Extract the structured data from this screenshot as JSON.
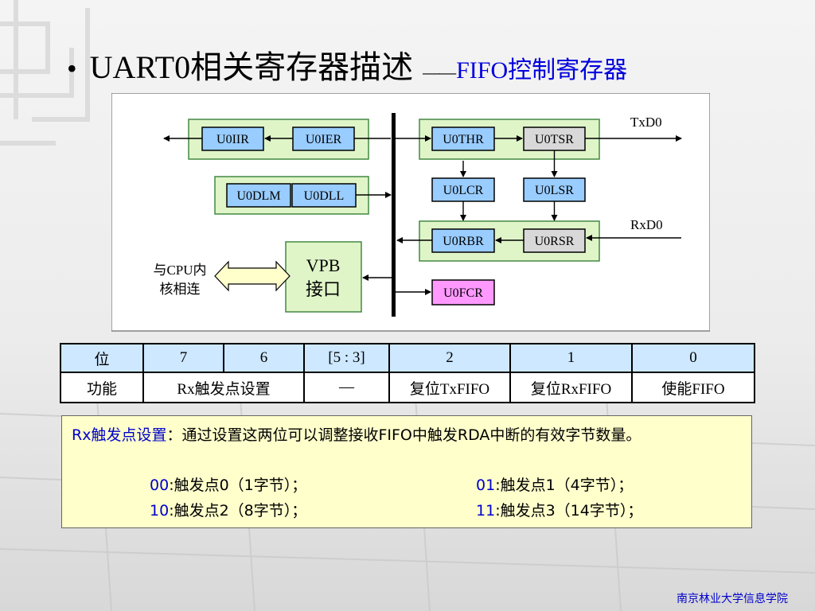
{
  "title": {
    "bullet": "•",
    "main": "UART0相关寄存器描述",
    "dash": "——",
    "sub": "FIFO控制寄存器"
  },
  "diagram": {
    "registers": {
      "u0iir": "U0IIR",
      "u0ier": "U0IER",
      "u0dlm": "U0DLM",
      "u0dll": "U0DLL",
      "u0thr": "U0THR",
      "u0tsr": "U0TSR",
      "u0lcr": "U0LCR",
      "u0lsr": "U0LSR",
      "u0rbr": "U0RBR",
      "u0rsr": "U0RSR",
      "u0fcr": "U0FCR"
    },
    "vpb_line1": "VPB",
    "vpb_line2": "接口",
    "cpu_line1": "与CPU内",
    "cpu_line2": "核相连",
    "txd": "TxD0",
    "rxd": "RxD0",
    "colors": {
      "group_fill": "#dff5c8",
      "group_border": "#448844",
      "reg_blue": "#99ccff",
      "reg_gray": "#d8d8d8",
      "reg_pink": "#ff99ff",
      "arrow_fill": "#ffffcc"
    }
  },
  "bit_table": {
    "header": [
      "位",
      "7",
      "6",
      "[5 : 3]",
      "2",
      "1",
      "0"
    ],
    "function_label": "功能",
    "function_cells": [
      "Rx触发点设置",
      "—",
      "复位TxFIFO",
      "复位RxFIFO",
      "使能FIFO"
    ]
  },
  "note": {
    "label": "Rx触发点设置",
    "colon": "：",
    "text": "通过设置这两位可以调整接收FIFO中触发RDA中断的有效字节数量。",
    "options": [
      {
        "code": "00",
        "text": ":触发点0（1字节）；"
      },
      {
        "code": "01",
        "text": ":触发点1（4字节）；"
      },
      {
        "code": "10",
        "text": ":触发点2（8字节）；"
      },
      {
        "code": "11",
        "text": ":触发点3（14字节）；"
      }
    ]
  },
  "footer": "南京林业大学信息学院"
}
